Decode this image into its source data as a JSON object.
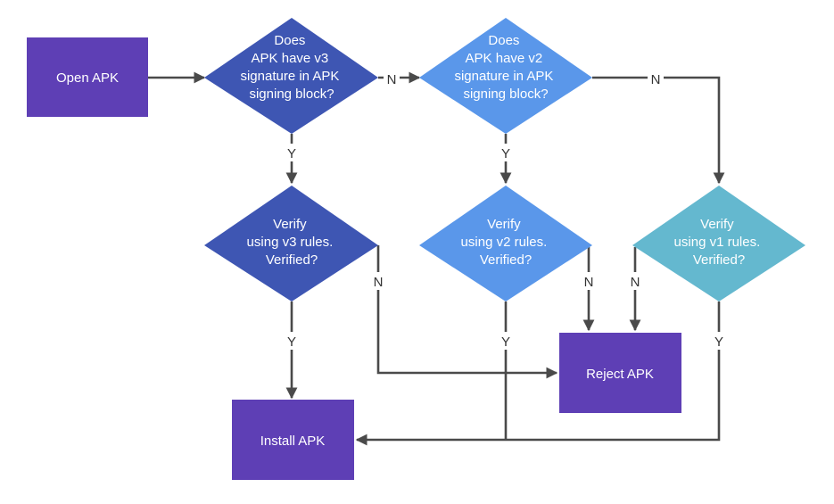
{
  "colors": {
    "box_purple": "#5e3fb5",
    "diamond_v3": "#3e56b3",
    "diamond_v2": "#5a97ea",
    "diamond_v1": "#64b8cf",
    "edge": "#4a4a4a"
  },
  "nodes": {
    "open_apk": "Open APK",
    "check_v3": [
      "Does",
      "APK have v3",
      "signature in APK",
      "signing block?"
    ],
    "check_v2": [
      "Does",
      "APK have v2",
      "signature in APK",
      "signing block?"
    ],
    "verify_v3": [
      "Verify",
      "using v3 rules.",
      "Verified?"
    ],
    "verify_v2": [
      "Verify",
      "using v2 rules.",
      "Verified?"
    ],
    "verify_v1": [
      "Verify",
      "using v1 rules.",
      "Verified?"
    ],
    "reject_apk": "Reject APK",
    "install_apk": "Install APK"
  },
  "edge_labels": {
    "v3_no": "N",
    "v2_no": "N",
    "v3_yes": "Y",
    "v2_yes": "Y",
    "verify_v3_no": "N",
    "verify_v2_no": "N",
    "verify_v1_no": "N",
    "verify_v3_yes": "Y",
    "verify_v2_yes": "Y",
    "verify_v1_yes": "Y"
  }
}
